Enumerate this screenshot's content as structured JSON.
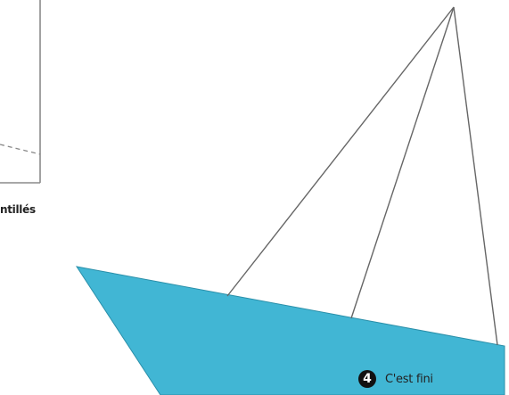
{
  "previous_step": {
    "label_fragment": "ntillés"
  },
  "final_step": {
    "number": "4",
    "caption": "C'est fini"
  },
  "colors": {
    "hull": "#41b6d4",
    "hull_outline": "#2a8fa9",
    "rigging": "#666666",
    "frame": "#8a8a8a",
    "dashes": "#888888"
  }
}
